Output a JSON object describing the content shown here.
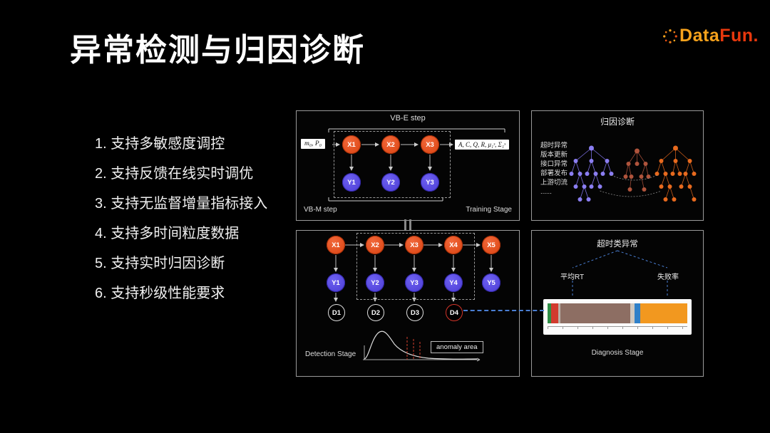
{
  "slide": {
    "title": "异常检测与归因诊断"
  },
  "logo": {
    "part1": "Data",
    "part2": "Fun."
  },
  "features": {
    "items": [
      "1. 支持多敏感度调控",
      "2. 支持反馈在线实时调优",
      "3. 支持无监督增量指标接入",
      "4. 支持多时间粒度数据",
      "5. 支持实时归因诊断",
      "6. 支持秒级性能要求"
    ]
  },
  "training_panel": {
    "vbe_label": "VB-E step",
    "vbm_label": "VB-M step",
    "stage_label": "Training Stage",
    "init_box": "m₀, P₀",
    "output_box": "A, C, Q, R, μ₁ˢ, Σ₁ˢ",
    "x_nodes": [
      "X1",
      "X2",
      "X3"
    ],
    "y_nodes": [
      "Y1",
      "Y2",
      "Y3"
    ]
  },
  "attribution_panel": {
    "title": "归因诊断",
    "causes": [
      "超时异常",
      "版本更新",
      "接口异常",
      "部署发布",
      "上游切流",
      "......"
    ]
  },
  "detection_panel": {
    "x_nodes": [
      "X1",
      "X2",
      "X3",
      "X4",
      "X5"
    ],
    "y_nodes": [
      "Y1",
      "Y2",
      "Y3",
      "Y4",
      "Y5"
    ],
    "d_nodes": [
      "D1",
      "D2",
      "D3",
      "D4"
    ],
    "stage_label": "Detection Stage",
    "anomaly_label": "anomaly area"
  },
  "diagnosis_panel": {
    "title": "超时类异常",
    "left_metric": "平均RT",
    "right_metric": "失败率",
    "stage_label": "Diagnosis Stage",
    "bar_segments": [
      {
        "color": "#2f8f46",
        "pct": 2.5
      },
      {
        "color": "#d23b2e",
        "pct": 5
      },
      {
        "color": "#b9b2a8",
        "pct": 1.5
      },
      {
        "color": "#8d6e63",
        "pct": 50
      },
      {
        "color": "#cfc8bf",
        "pct": 3
      },
      {
        "color": "#2f80c8",
        "pct": 4.5
      },
      {
        "color": "#f2981f",
        "pct": 33.5
      }
    ]
  },
  "colors": {
    "x_node": "#d8410f",
    "y_node": "#4a3bd2",
    "connector_blue": "#4a7fd4",
    "alert_red": "#d5352a",
    "logo_orange": "#f6a21c",
    "logo_red": "#e8380d"
  }
}
